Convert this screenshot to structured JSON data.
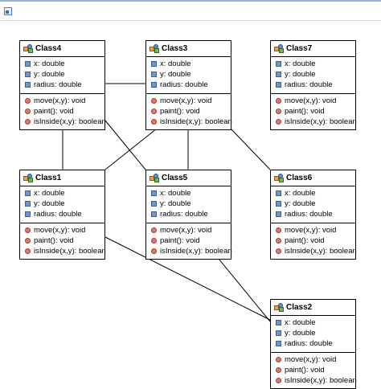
{
  "classes": {
    "class4": {
      "name": "Class4",
      "attributes": [
        "x: double",
        "y: double",
        "radius: double"
      ],
      "operations": [
        "move(x,y): void",
        "paint(): void",
        "isInside(x,y): boolean"
      ]
    },
    "class3": {
      "name": "Class3",
      "attributes": [
        "x: double",
        "y: double",
        "radius: double"
      ],
      "operations": [
        "move(x,y): void",
        "paint(): void",
        "isInside(x,y): boolean"
      ]
    },
    "class7": {
      "name": "Class7",
      "attributes": [
        "x: double",
        "y: double",
        "radius: double"
      ],
      "operations": [
        "move(x,y): void",
        "paint(): void",
        "isInside(x,y): boolean"
      ]
    },
    "class1": {
      "name": "Class1",
      "attributes": [
        "x: double",
        "y: double",
        "radius: double"
      ],
      "operations": [
        "move(x,y): void",
        "paint(): void",
        "isInside(x,y): boolean"
      ]
    },
    "class5": {
      "name": "Class5",
      "attributes": [
        "x: double",
        "y: double",
        "radius: double"
      ],
      "operations": [
        "move(x,y): void",
        "paint(): void",
        "isInside(x,y): boolean"
      ]
    },
    "class6": {
      "name": "Class6",
      "attributes": [
        "x: double",
        "y: double",
        "radius: double"
      ],
      "operations": [
        "move(x,y): void",
        "paint(): void",
        "isInside(x,y): boolean"
      ]
    },
    "class2": {
      "name": "Class2",
      "attributes": [
        "x: double",
        "y: double",
        "radius: double"
      ],
      "operations": [
        "move(x,y): void",
        "paint(): void",
        "isInside(x,y): boolean"
      ]
    }
  }
}
